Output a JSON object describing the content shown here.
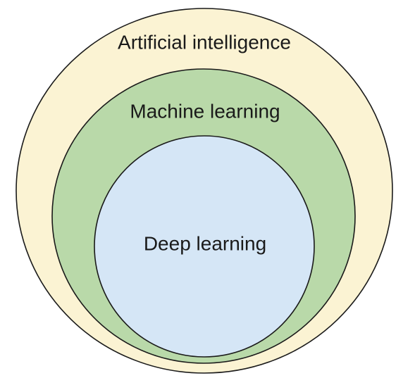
{
  "diagram": {
    "outer": {
      "label": "Artificial intelligence",
      "color": "#fbf3d3"
    },
    "middle": {
      "label": "Machine learning",
      "color": "#b9d9a9"
    },
    "inner": {
      "label": "Deep learning",
      "color": "#d5e6f6"
    }
  }
}
